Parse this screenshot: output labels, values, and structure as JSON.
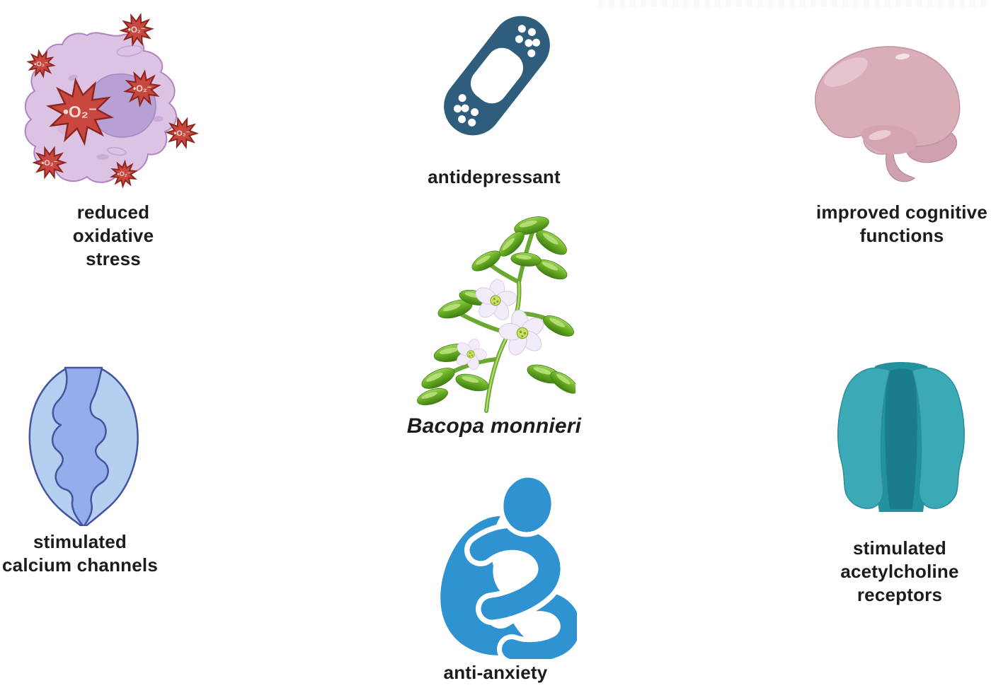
{
  "plant": {
    "name": "Bacopa monnieri"
  },
  "effects": {
    "oxidative": {
      "lines": [
        "reduced",
        "oxidative",
        "stress"
      ]
    },
    "antidepressant": {
      "lines": [
        "antidepressant"
      ]
    },
    "cognitive": {
      "lines": [
        "improved cognitive",
        "functions"
      ]
    },
    "calcium": {
      "lines": [
        "stimulated",
        "calcium channels"
      ]
    },
    "anxiety": {
      "lines": [
        "anti-anxiety"
      ]
    },
    "acetylcholine": {
      "lines": [
        "stimulated",
        "acetylcholine",
        "receptors"
      ]
    }
  },
  "radical_label": "•O₂⁻",
  "colors": {
    "label_text": "#1c1c1c",
    "cell_body": "#dcc3e3",
    "cell_nucleus": "#b7a0d4",
    "radical_red": "#c8473f",
    "radical_outline": "#8e251f",
    "bandage": "#2e5d7d",
    "brain_pink": "#d9aeb8",
    "brain_shade": "#cfa0ad",
    "channel_light": "#b5cff1",
    "channel_inner": "#93aeea",
    "channel_stroke": "#44549e",
    "person_blue": "#2f92d1",
    "receptor_teal": "#3caab6",
    "receptor_channel": "#1b7c8c",
    "leaf_green": "#6ab024",
    "petal_white": "#f2ecf8"
  }
}
